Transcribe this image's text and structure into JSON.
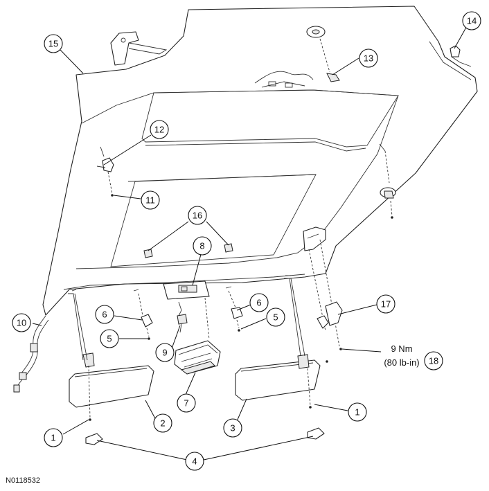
{
  "figure_id": "N0118532",
  "torque_note": {
    "line1": "9 Nm",
    "line2": "(80 lb-in)"
  },
  "callouts": [
    {
      "id": "c1a",
      "label": "1"
    },
    {
      "id": "c1b",
      "label": "1"
    },
    {
      "id": "c2",
      "label": "2"
    },
    {
      "id": "c3",
      "label": "3"
    },
    {
      "id": "c4",
      "label": "4"
    },
    {
      "id": "c5a",
      "label": "5"
    },
    {
      "id": "c5b",
      "label": "5"
    },
    {
      "id": "c6a",
      "label": "6"
    },
    {
      "id": "c6b",
      "label": "6"
    },
    {
      "id": "c7",
      "label": "7"
    },
    {
      "id": "c8",
      "label": "8"
    },
    {
      "id": "c9",
      "label": "9"
    },
    {
      "id": "c10",
      "label": "10"
    },
    {
      "id": "c11",
      "label": "11"
    },
    {
      "id": "c12",
      "label": "12"
    },
    {
      "id": "c13",
      "label": "13"
    },
    {
      "id": "c14",
      "label": "14"
    },
    {
      "id": "c15",
      "label": "15"
    },
    {
      "id": "c16",
      "label": "16"
    },
    {
      "id": "c17",
      "label": "17"
    },
    {
      "id": "c18",
      "label": "18"
    }
  ]
}
